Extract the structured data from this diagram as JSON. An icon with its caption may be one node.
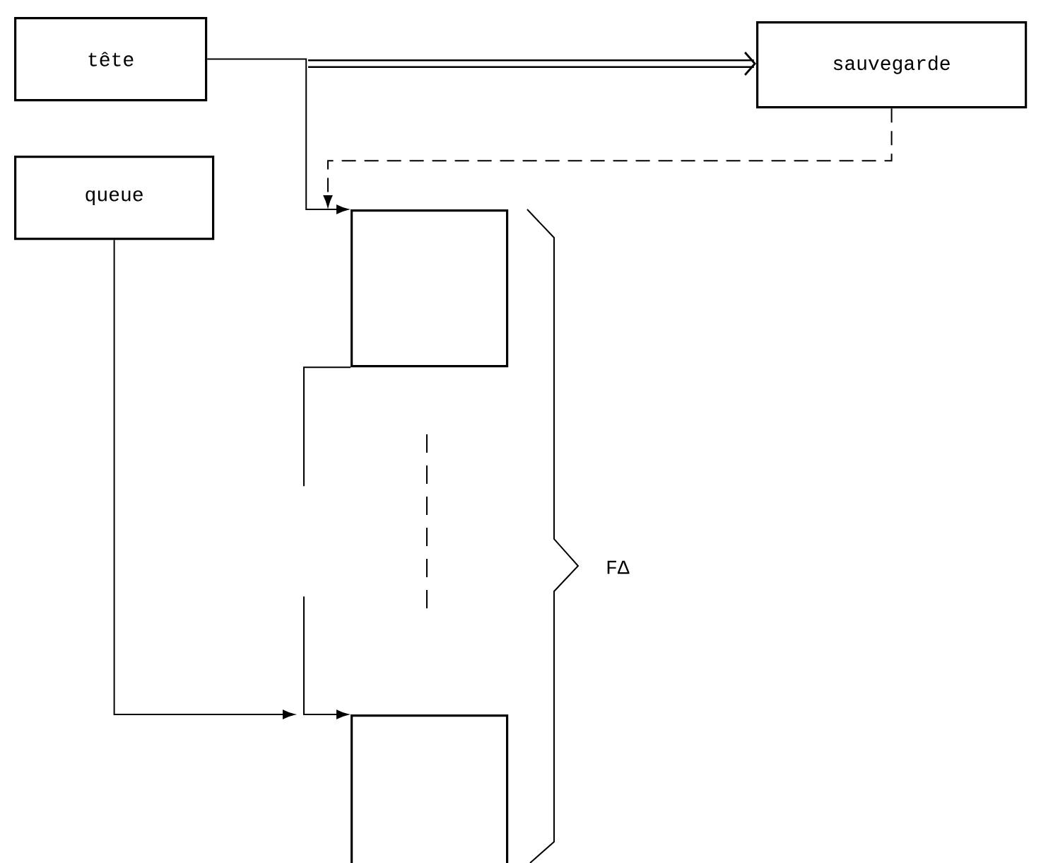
{
  "diagram": {
    "nodes": [
      {
        "text": [
          "tête"
        ]
      },
      {
        "text": [
          "queue"
        ]
      },
      {
        "text": [
          "sauvegarde"
        ]
      },
      {
        "text": [],
        "shape": "box"
      },
      {
        "text": [],
        "shape": "box"
      }
    ],
    "edges": [
      {
        "from": 0,
        "to": 3,
        "arrow": "to"
      },
      {
        "from": null,
        "to": 2,
        "arrow": "to",
        "style": "thick"
      },
      {
        "from": 2,
        "to": 3,
        "arrow": "to",
        "style": "dashed"
      },
      {
        "from": 3,
        "to": 4,
        "arrow": "to",
        "style": "dashed"
      },
      {
        "from": 1,
        "to": 4,
        "arrow": "to"
      }
    ],
    "labels": [
      "FΔ"
    ]
  }
}
